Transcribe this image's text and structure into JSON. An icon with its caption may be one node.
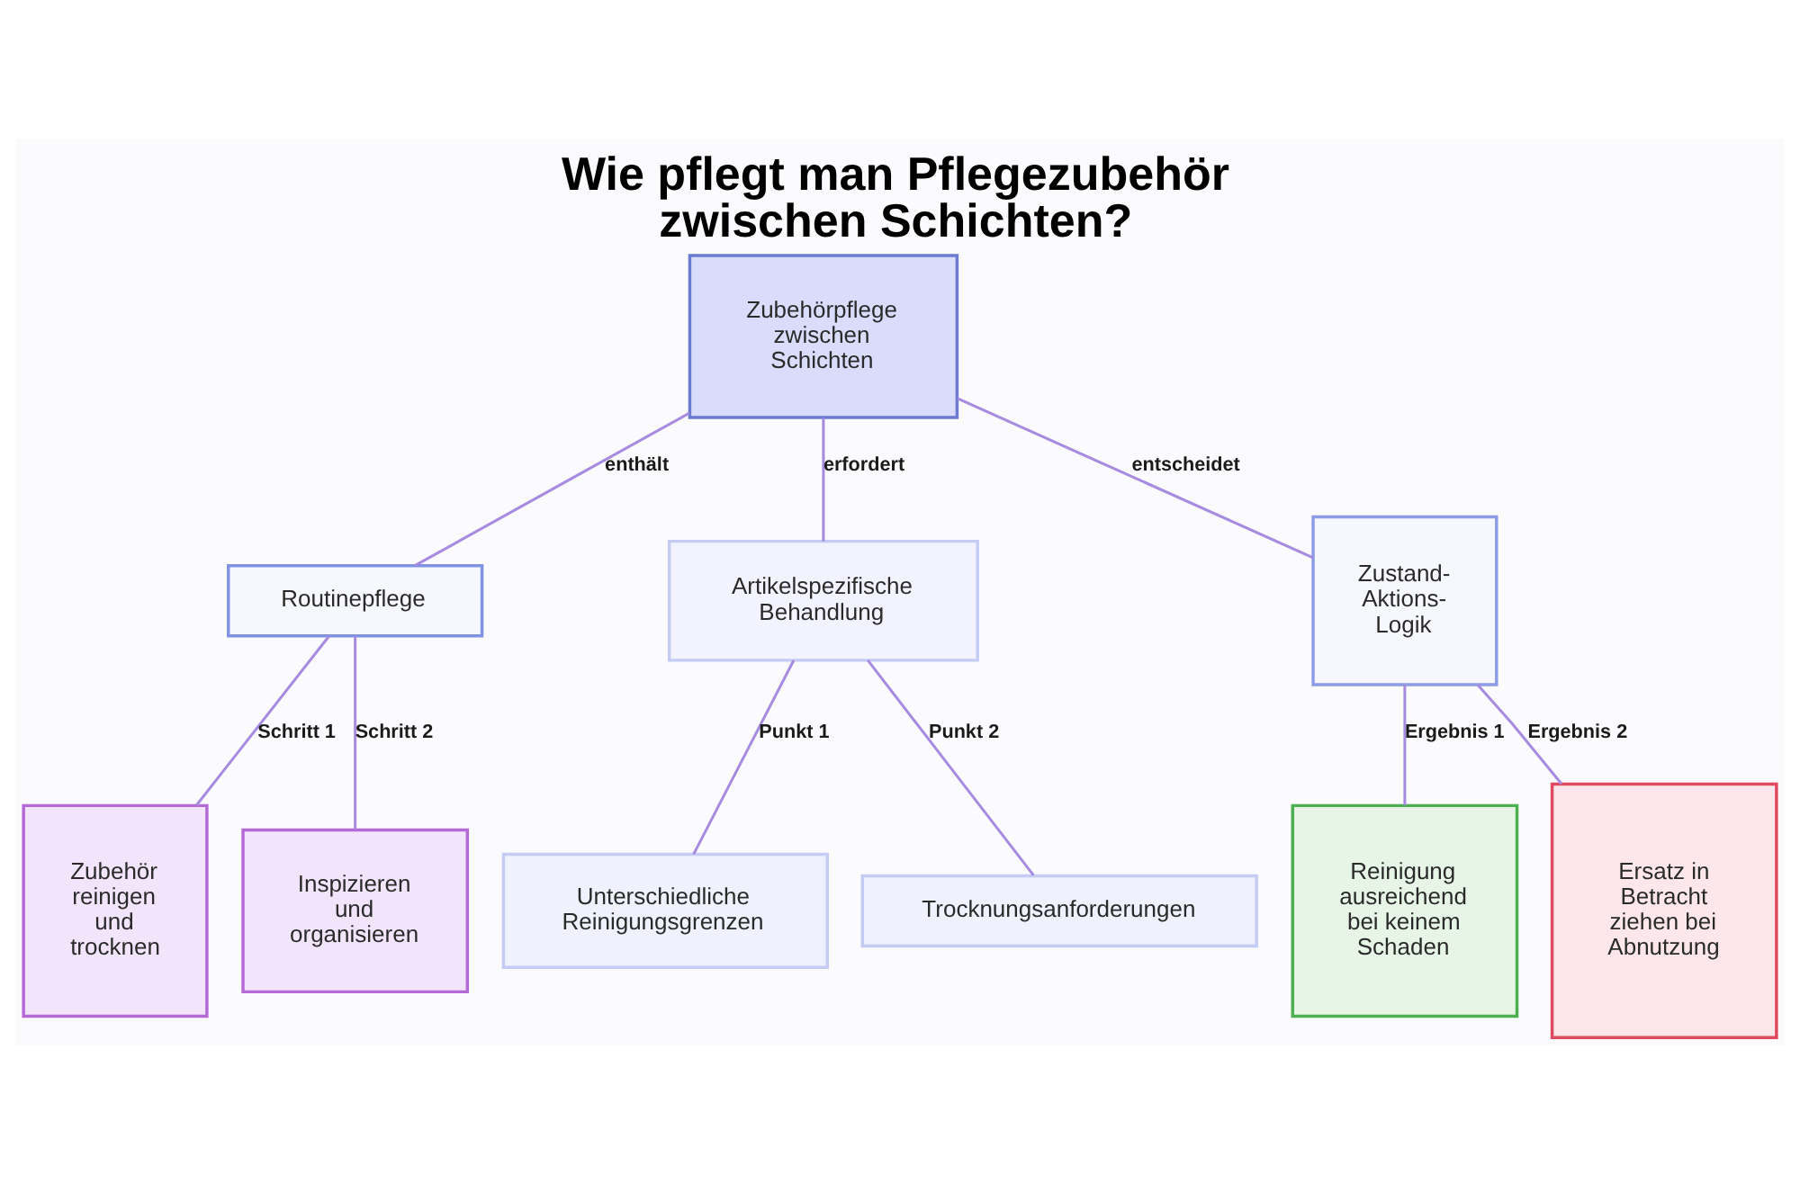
{
  "diagram": {
    "title": "Wie pflegt man Pflegezubehör zwischen Schichten?",
    "nodes": [
      {
        "text": [
          "Zubehörpflege zwischen Schichten"
        ]
      },
      {
        "text": [
          "Routinepflege"
        ]
      },
      {
        "text": [
          "Artikelspezifische Behandlung"
        ]
      },
      {
        "text": [
          "Zustand-Aktions-Logik"
        ]
      },
      {
        "text": [
          "Zubehör reinigen und trocknen"
        ]
      },
      {
        "text": [
          "Inspizieren und organisieren"
        ]
      },
      {
        "text": [
          "Unterschiedliche Reinigungsgrenzen"
        ]
      },
      {
        "text": [
          "Trocknungsanforderungen"
        ]
      },
      {
        "text": [
          "Reinigung ausreichend bei keinem Schaden"
        ]
      },
      {
        "text": [
          "Ersatz in Betracht ziehen bei Abnutzung"
        ]
      }
    ],
    "edges": [
      {
        "from": 0,
        "to": 1,
        "arrow": "none",
        "label": "enthält"
      },
      {
        "from": 0,
        "to": 2,
        "arrow": "none",
        "label": "erfordert"
      },
      {
        "from": 0,
        "to": 3,
        "arrow": "none",
        "label": "entscheidet"
      },
      {
        "from": 1,
        "to": 4,
        "arrow": "none",
        "label": "Schritt 1"
      },
      {
        "from": 1,
        "to": 5,
        "arrow": "none",
        "label": "Schritt 2"
      },
      {
        "from": 2,
        "to": 6,
        "arrow": "none",
        "label": "Punkt 1"
      },
      {
        "from": 2,
        "to": 7,
        "arrow": "none",
        "label": "Punkt 2"
      },
      {
        "from": 3,
        "to": 8,
        "arrow": "none",
        "label": "Ergebnis 1"
      },
      {
        "from": 3,
        "to": 9,
        "arrow": "none",
        "label": "Ergebnis 2"
      }
    ]
  }
}
